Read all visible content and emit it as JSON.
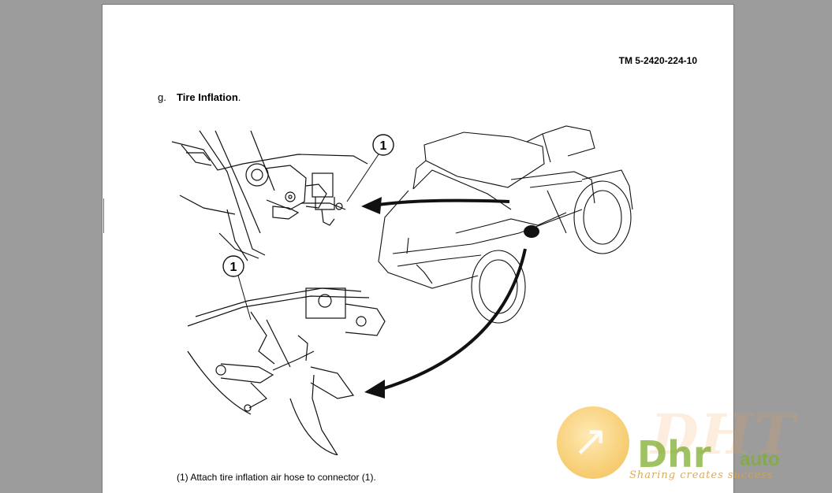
{
  "document": {
    "header_code": "TM 5-2420-224-10",
    "section": {
      "letter": "g.",
      "title": "Tire Inflation",
      "suffix": "."
    },
    "step_text": "(1)  Attach tire inflation air hose to connector (1)."
  },
  "figure": {
    "callout_1": "1",
    "callout_2": "1"
  },
  "watermark": {
    "brand": "Dhr",
    "brand_suffix": "auto",
    "tagline": "Sharing creates success",
    "colors": {
      "orange": "#efb33e",
      "green": "#7fae2f"
    }
  }
}
